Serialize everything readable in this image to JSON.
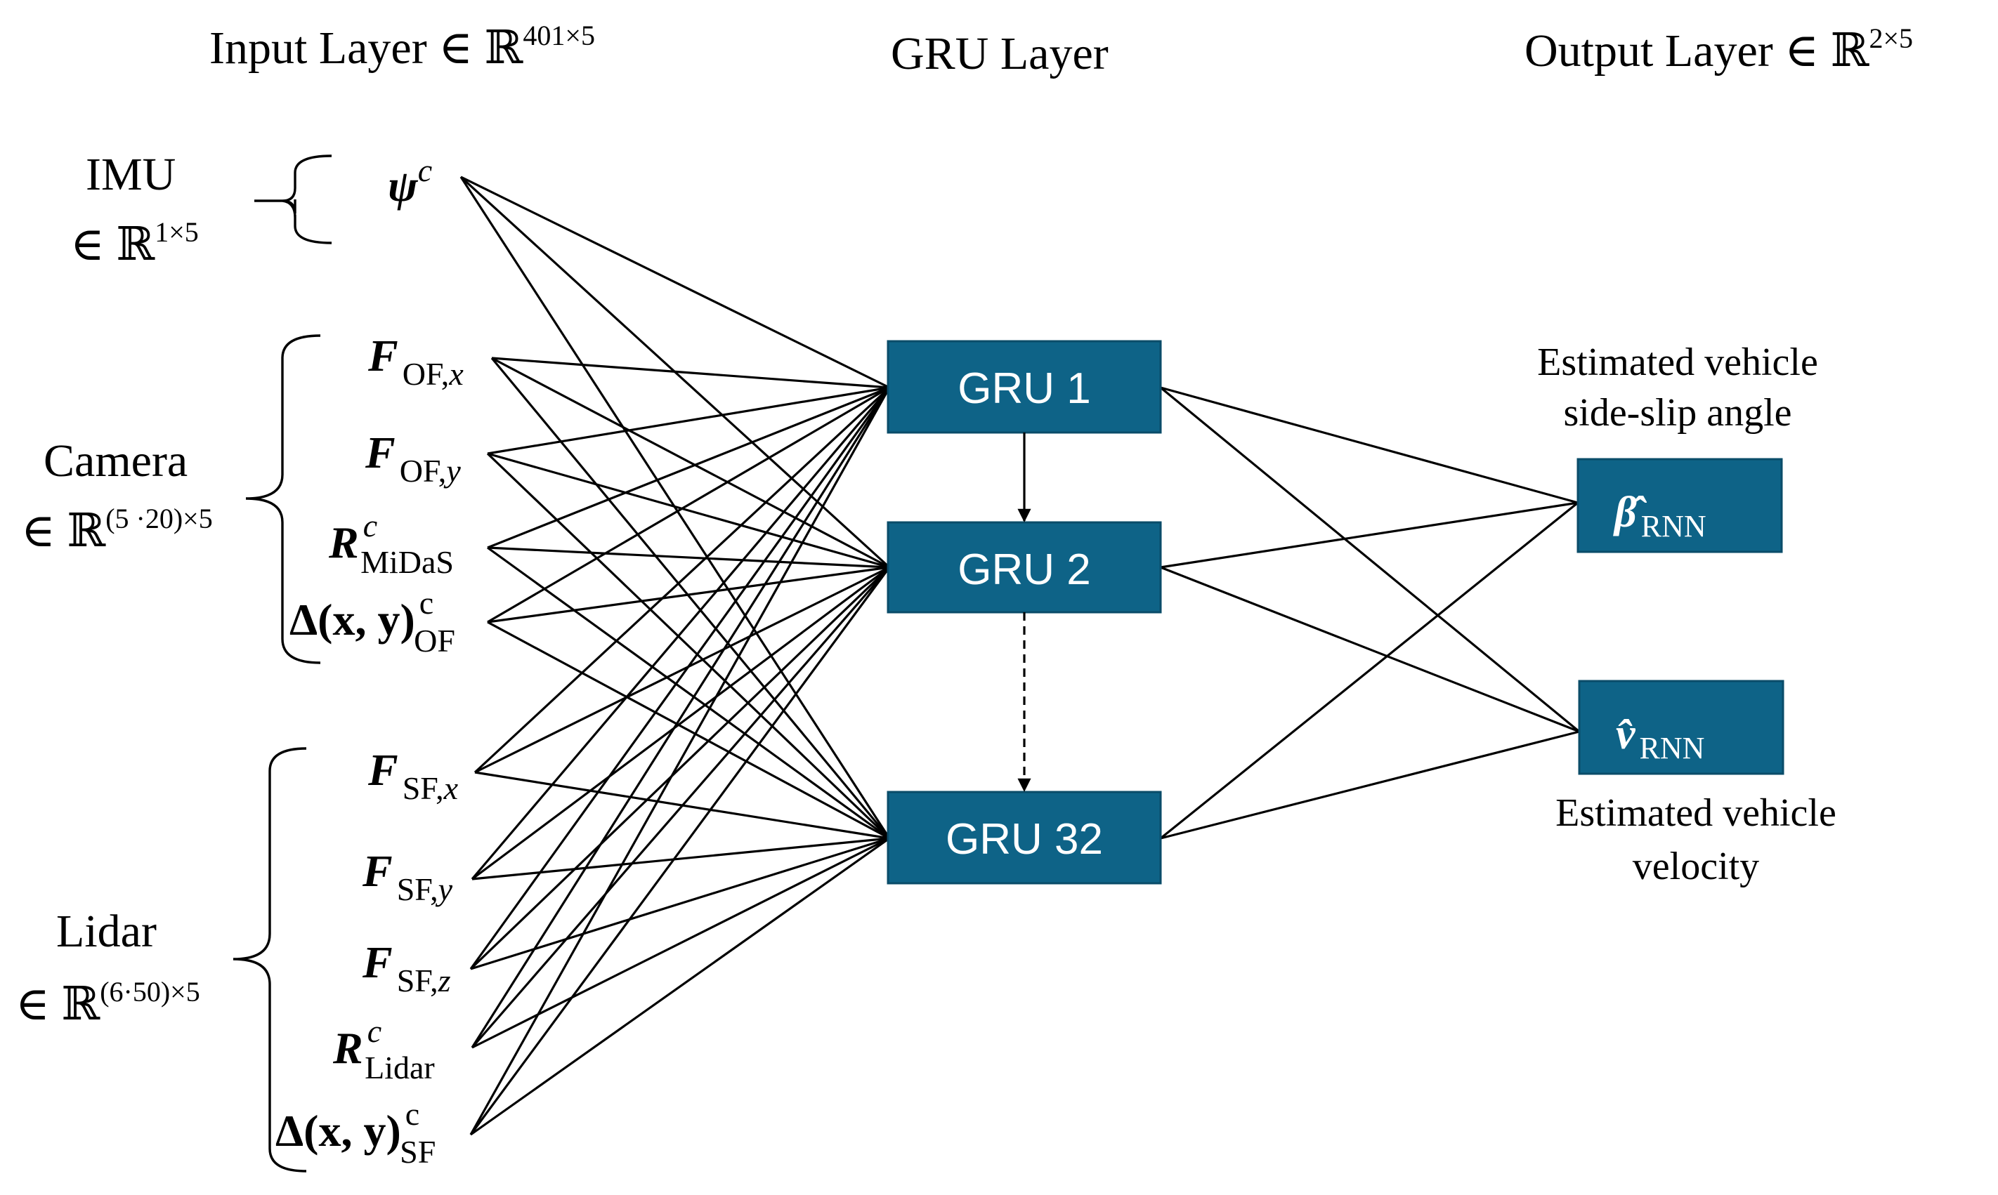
{
  "headers": {
    "input_text": "Input Layer ∈ ℝ",
    "input_sup": "401×5",
    "gru": "GRU Layer",
    "output_text": "Output Layer ∈ ℝ",
    "output_sup": "2×5"
  },
  "groups": {
    "imu": {
      "name": "IMU",
      "dim_text": "∈ ℝ",
      "dim_sup": "1×5"
    },
    "camera": {
      "name": "Camera",
      "dim_text": "∈ ℝ",
      "dim_sup": "(5 ·20)×5"
    },
    "lidar": {
      "name": "Lidar",
      "dim_text": "∈ ℝ",
      "dim_sup": "(6·50)×5"
    }
  },
  "features": {
    "psi": {
      "main": "ψ",
      "sup": "c"
    },
    "f_of_x": {
      "main": "F",
      "sub": "OF,",
      "sub_var": "x"
    },
    "f_of_y": {
      "main": "F",
      "sub": "OF,",
      "sub_var": "y"
    },
    "r_midas": {
      "main": "R",
      "sup": "c",
      "sub": "MiDaS"
    },
    "delta_of": {
      "main": "Δ(x, y)",
      "sup": "c",
      "sub": "OF"
    },
    "f_sf_x": {
      "main": "F",
      "sub": "SF,",
      "sub_var": "x"
    },
    "f_sf_y": {
      "main": "F",
      "sub": "SF,",
      "sub_var": "y"
    },
    "f_sf_z": {
      "main": "F",
      "sub": "SF,",
      "sub_var": "z"
    },
    "r_lidar": {
      "main": "R",
      "sup": "c",
      "sub": "Lidar"
    },
    "delta_sf": {
      "main": "Δ(x, y)",
      "sup": "c",
      "sub": "SF"
    }
  },
  "gru_units": [
    "GRU 1",
    "GRU 2",
    "GRU 32"
  ],
  "outputs": {
    "beta": {
      "main": "β̂",
      "sub": "RNN",
      "caption": [
        "Estimated vehicle",
        "side-slip angle"
      ]
    },
    "velocity": {
      "main": "v̂",
      "sub": "RNN",
      "caption": [
        "Estimated vehicle",
        "velocity"
      ]
    }
  },
  "colors": {
    "gru_box": "#0e6387",
    "gru_box_border": "#0a4c69",
    "line": "#000000",
    "text": "#000000",
    "box_text": "#ffffff"
  }
}
